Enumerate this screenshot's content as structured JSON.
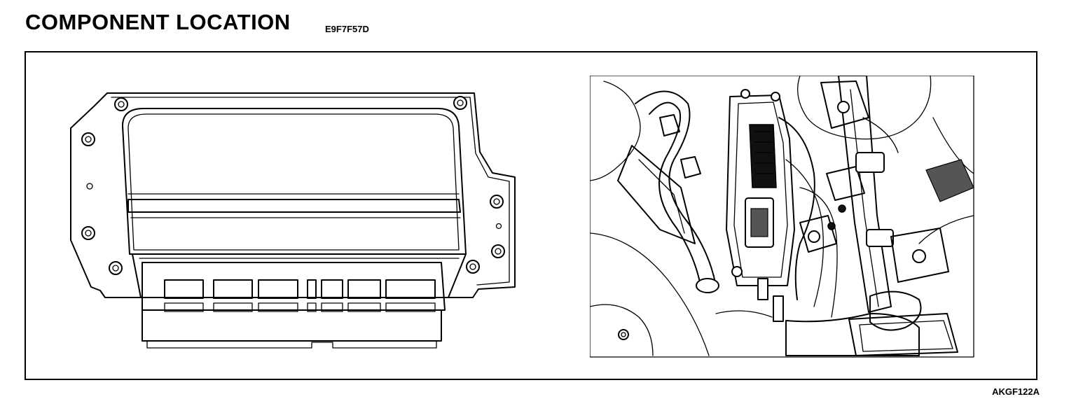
{
  "header": {
    "title": "COMPONENT LOCATION",
    "code": "E9F7F57D"
  },
  "figure": {
    "reference": "AKGF122A",
    "left_panel": {
      "icon": "ecu-module-icon"
    },
    "right_panel": {
      "icon": "engine-bay-location-icon"
    }
  }
}
